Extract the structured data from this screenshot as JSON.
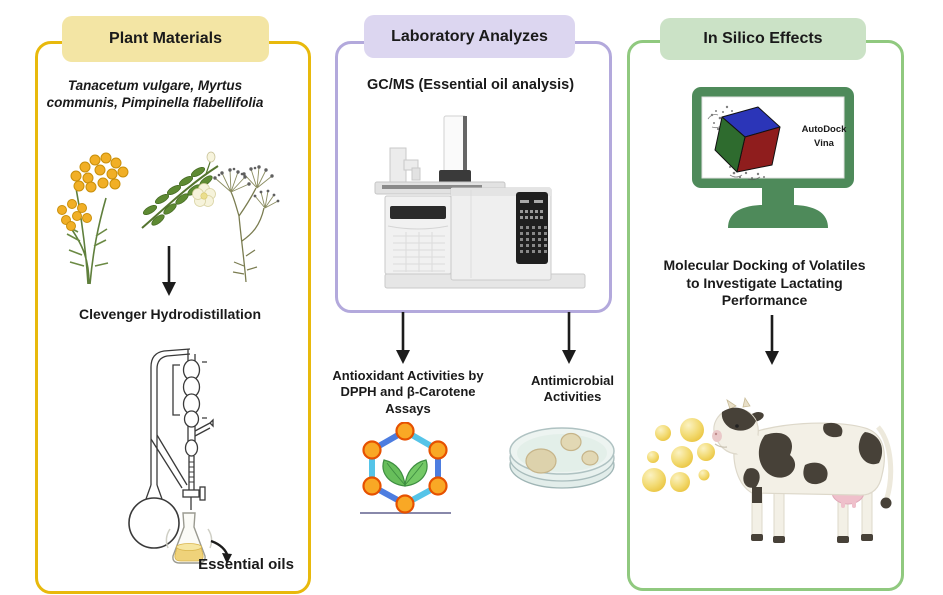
{
  "colors": {
    "plant_border": "#E8B90C",
    "plant_header_bg": "#F3E5A4",
    "lab_border": "#B3A9DC",
    "lab_header_bg": "#DCD6F0",
    "insilico_border": "#90C97F",
    "insilico_header_bg": "#CBE2C6",
    "monitor_green": "#4E8A5A",
    "arrow": "#1C1C1C",
    "text": "#1A1A1A",
    "oil_yellow": "#EFCE4B"
  },
  "panels": {
    "plant": {
      "header": "Plant Materials",
      "species": "Tanacetum vulgare, Myrtus communis, Pimpinella flabellifolia",
      "method": "Clevenger Hydrodistillation",
      "output": "Essential oils"
    },
    "lab": {
      "header": "Laboratory Analyzes",
      "analysis": "GC/MS (Essential oil analysis)",
      "outcomes": {
        "antioxidant": "Antioxidant Activities by DPPH and β-Carotene Assays",
        "antimicrobial": "Antimicrobial Activities"
      }
    },
    "insilico": {
      "header": "In Silico Effects",
      "software_line1": "AutoDock",
      "software_line2": "Vina",
      "description": "Molecular Docking of Volatiles to Investigate Lactating Performance"
    }
  },
  "icons": {
    "down-arrow": "↓",
    "curved-arrow": "⤵",
    "tansy-plant": "yellow-flower-cluster-illustration",
    "myrtle-branch": "leafy-branch-with-white-flower-illustration",
    "pimpinella-plant": "umbellifer-illustration",
    "clevenger-apparatus": "glass-distillation-line-drawing",
    "essential-oil-flask": "erlenmeyer-flask-with-yellow-oil",
    "gcms-instrument": "benchtop-gc-ms-machine",
    "antioxidant-molecule": "hexagon-molecule-with-leaves",
    "petri-dish": "petri-dish-with-colonies",
    "computer-monitor": "green-monitor",
    "docking-cube": "rgb-docking-grid-cube",
    "cow": "holstein-cow-side-view",
    "oil-droplets": "yellow-oil-drops"
  }
}
